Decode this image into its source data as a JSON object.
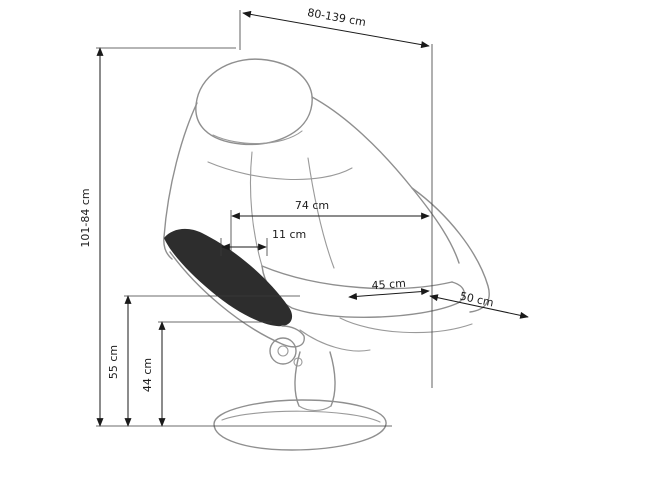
{
  "diagram": {
    "labels": {
      "width_range": "80-139 cm",
      "height_range": "101-84 cm",
      "back_width": "74 cm",
      "armrest_width": "11 cm",
      "seat_width": "45 cm",
      "seat_depth": "50 cm",
      "armrest_height": "55 cm",
      "seat_height": "44 cm"
    }
  }
}
